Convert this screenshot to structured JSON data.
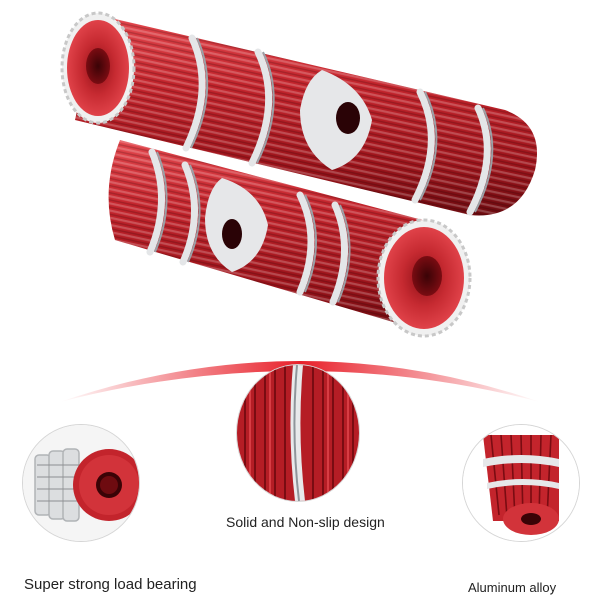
{
  "captions": {
    "center": "Solid and Non-slip design",
    "left": "Super strong load bearing",
    "right": "Aluminum alloy"
  },
  "colors": {
    "anodized_red": "#c3242c",
    "dark_red": "#8e1118",
    "silver": "#d9dbde",
    "arc_red": "#e8202a"
  }
}
